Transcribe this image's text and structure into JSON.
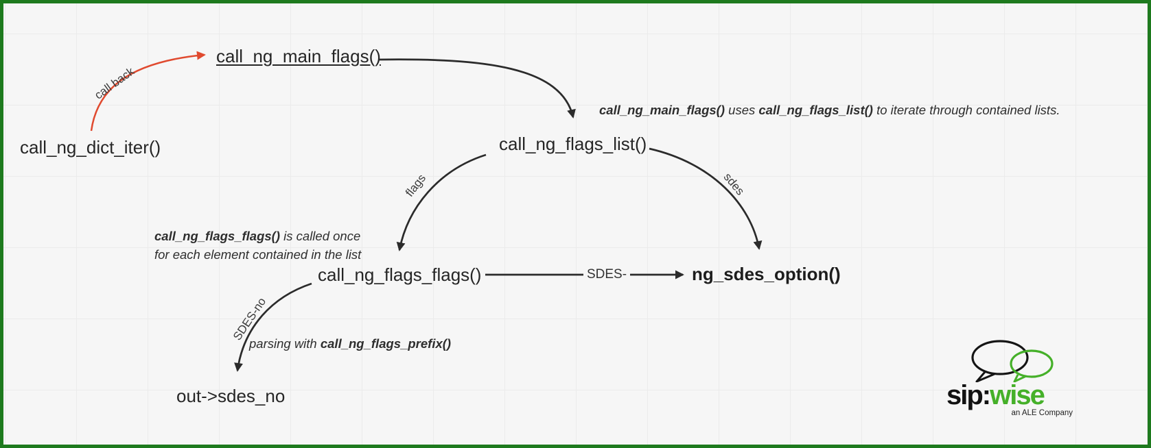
{
  "diagram": {
    "nodes": {
      "dict_iter": "call_ng_dict_iter()",
      "main_flags": "call_ng_main_flags()",
      "flags_list": "call_ng_flags_list()",
      "flags_flags": "call_ng_flags_flags()",
      "sdes_option": "ng_sdes_option()",
      "out_sdes_no": "out->sdes_no"
    },
    "edges": {
      "call_back_label": "call back",
      "flags_label": "flags",
      "sdes_label": "sdes",
      "sdes_dash_label": "SDES-",
      "sdes_no_label": "SDES-no"
    },
    "annotations": {
      "main_flags_note": {
        "func1": "call_ng_main_flags()",
        "mid": " uses ",
        "func2": "call_ng_flags_list()",
        "tail": " to iterate through contained lists."
      },
      "flags_flags_note": {
        "func": "call_ng_flags_flags()",
        "tail": " is called once",
        "line2": "for each element contained in the list"
      },
      "prefix_note": {
        "head": "parsing with ",
        "func": "call_ng_flags_prefix()"
      }
    },
    "colors": {
      "border_green": "#1e7a1e",
      "arrow_red": "#e04a2f",
      "arrow_black": "#2b2b2b",
      "logo_green": "#45b029"
    }
  },
  "logo": {
    "sip": "sip:",
    "wise": "wise",
    "tagline": "an ALE Company"
  }
}
